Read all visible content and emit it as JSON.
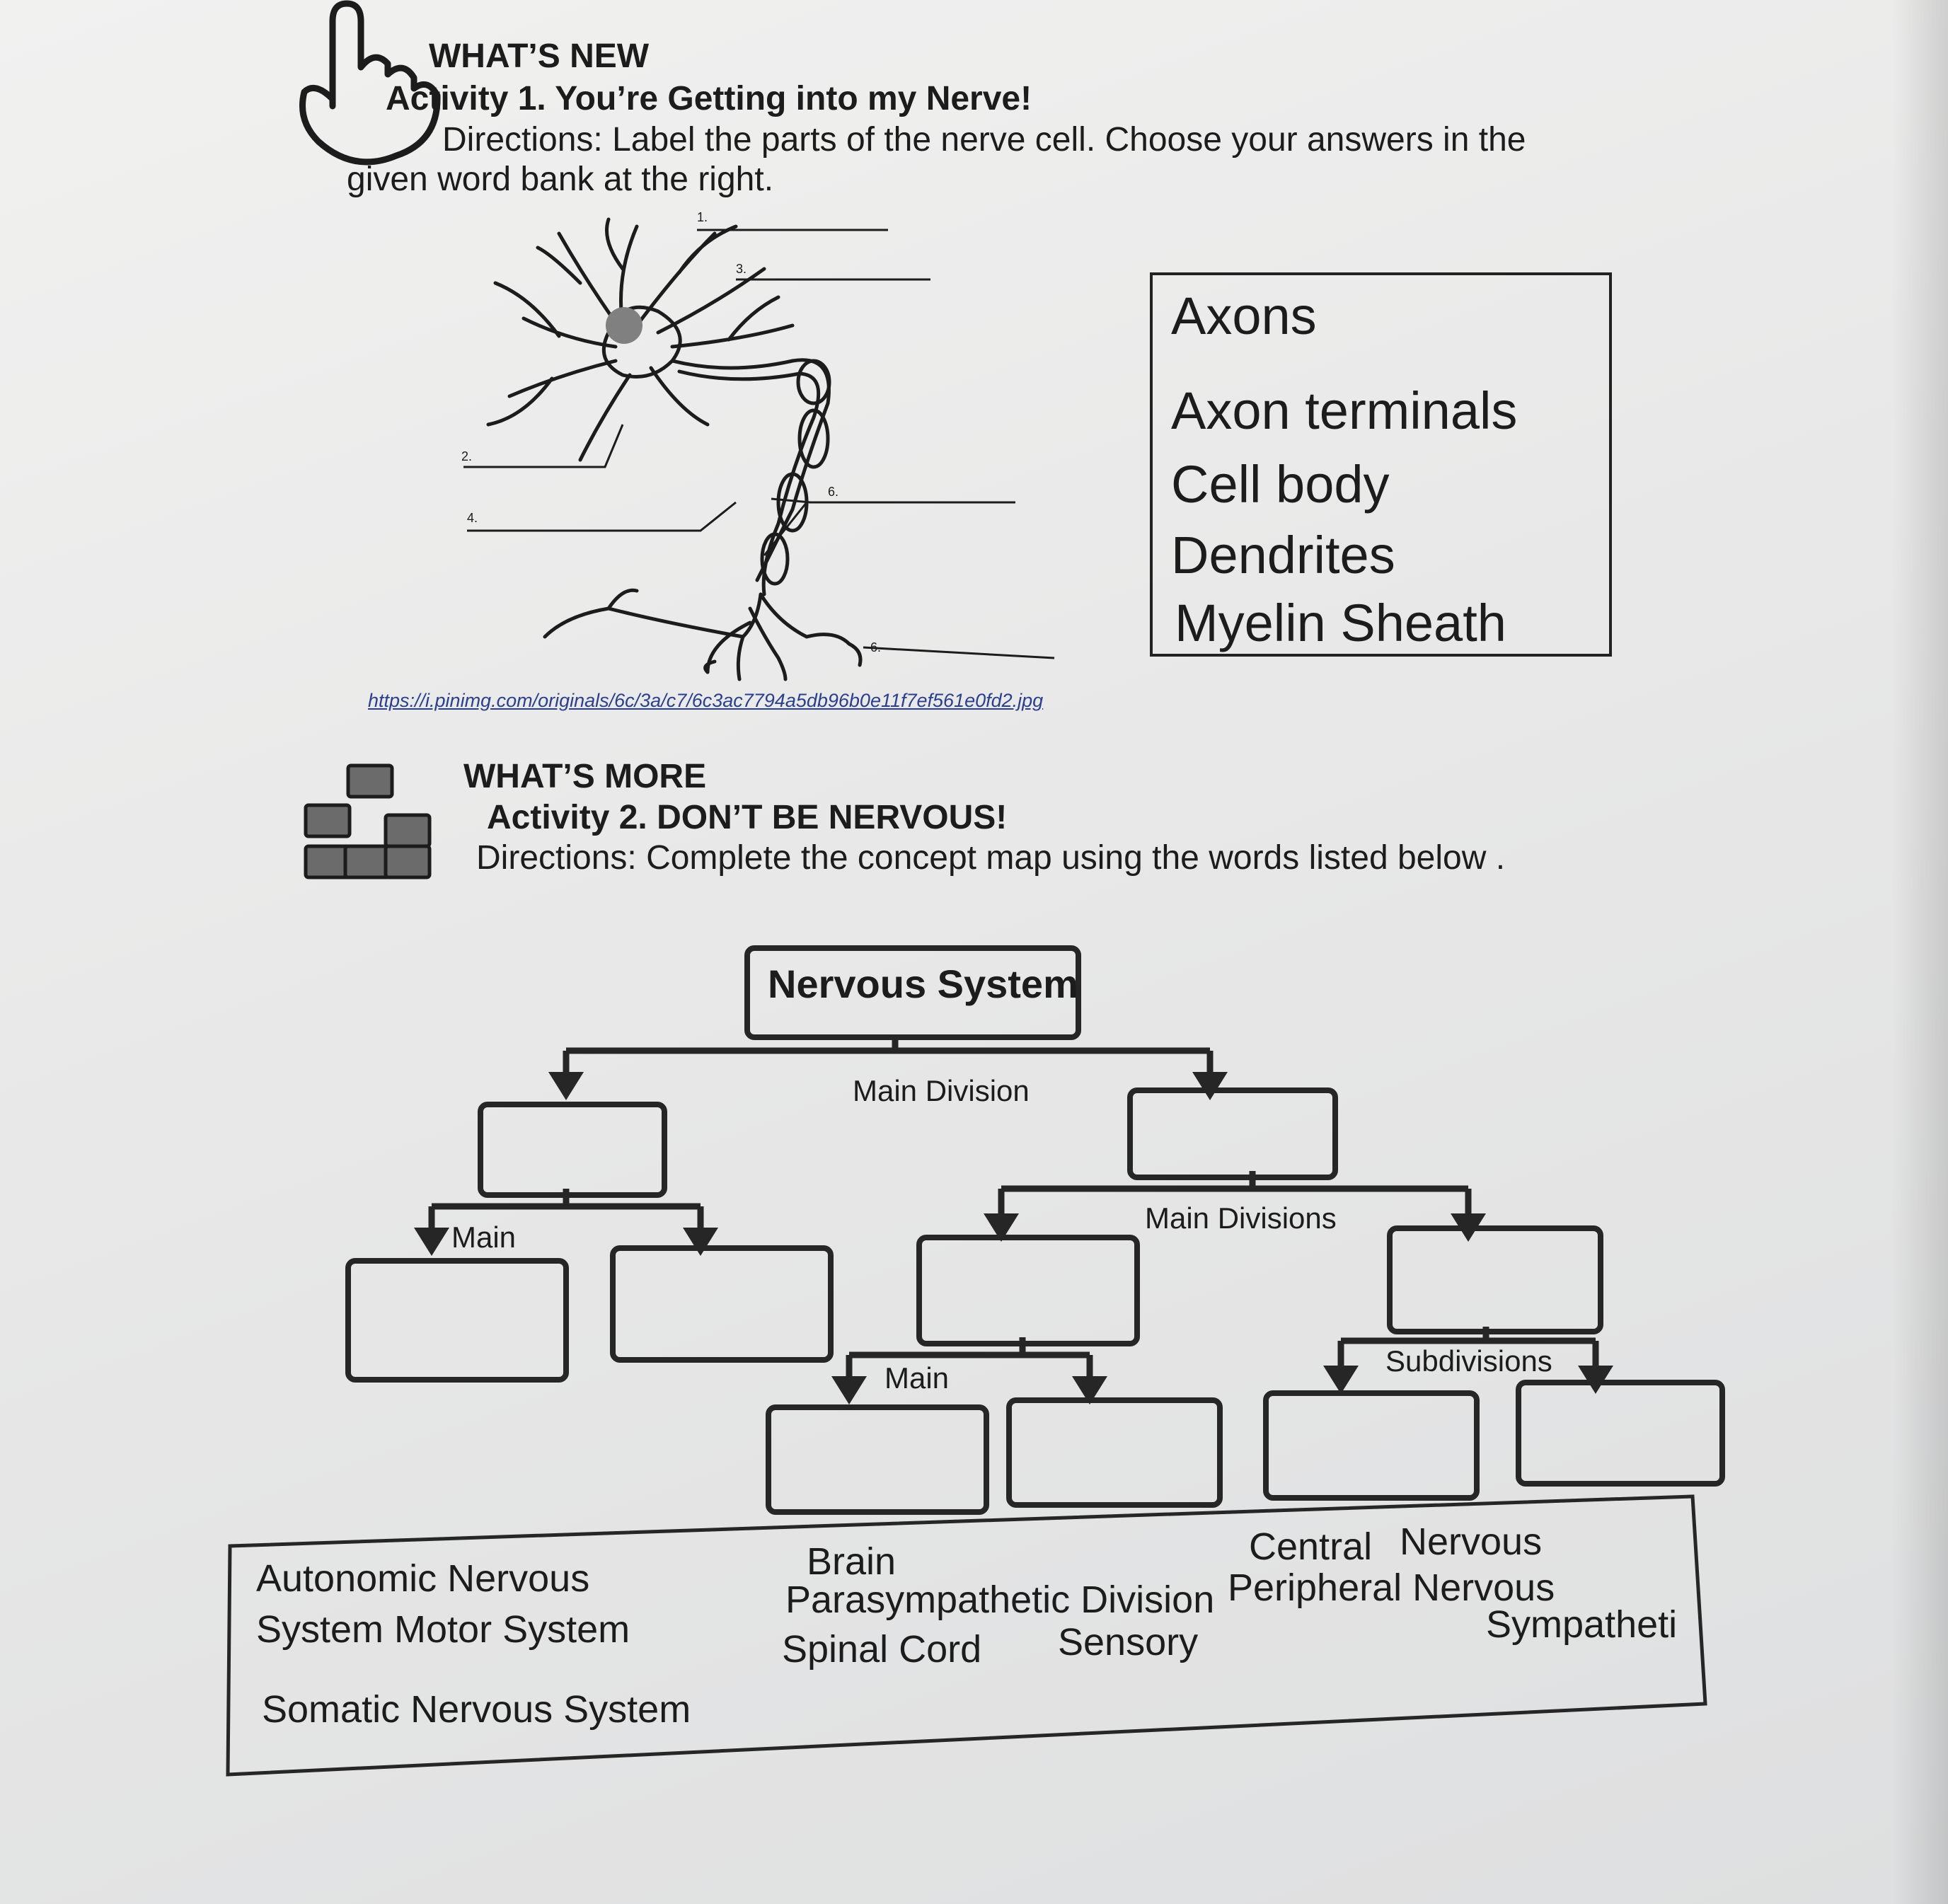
{
  "whats_new": {
    "heading": "WHAT’S NEW",
    "activity_title": "Activity 1.  You’re Getting into my Nerve!",
    "directions_line1": "Directions: Label the parts of the nerve cell. Choose your answers in the",
    "directions_line2": "given word bank at the right.",
    "icon": "hand-pointer-icon"
  },
  "neuron_labels": [
    "1.",
    "2.",
    "3.",
    "4.",
    "6.",
    "6."
  ],
  "word_bank_1": [
    "Axons",
    "Axon terminals",
    "Cell body",
    "Dendrites",
    "Myelin Sheath"
  ],
  "image_source": "https://i.pinimg.com/originals/6c/3a/c7/6c3ac7794a5db96b0e11f7ef561e0fd2.jpg",
  "whats_more": {
    "heading": "WHAT’S MORE",
    "activity_title": "Activity 2. DON’T BE NERVOUS!",
    "directions": "Directions:  Complete the concept map using the words listed below .",
    "icon": "blocks-icon"
  },
  "concept_map": {
    "root": "Nervous System",
    "label_main_division": "Main Division",
    "label_main": "Main",
    "label_main_divisions": "Main Divisions",
    "label_main_2": "Main",
    "label_subdivisions": "Subdivisions"
  },
  "word_bank_2": {
    "autonomic": "Autonomic Nervous",
    "system_motor": "System Motor System",
    "somatic": "Somatic Nervous System",
    "brain": "Brain",
    "parasympathetic": "Parasympathetic Division",
    "spinal": "Spinal Cord",
    "sensory": "Sensory",
    "central": "Central",
    "nervous_1": "Nervous",
    "peripheral": "Peripheral Nervous",
    "sympathetic": "Sympatheti"
  }
}
